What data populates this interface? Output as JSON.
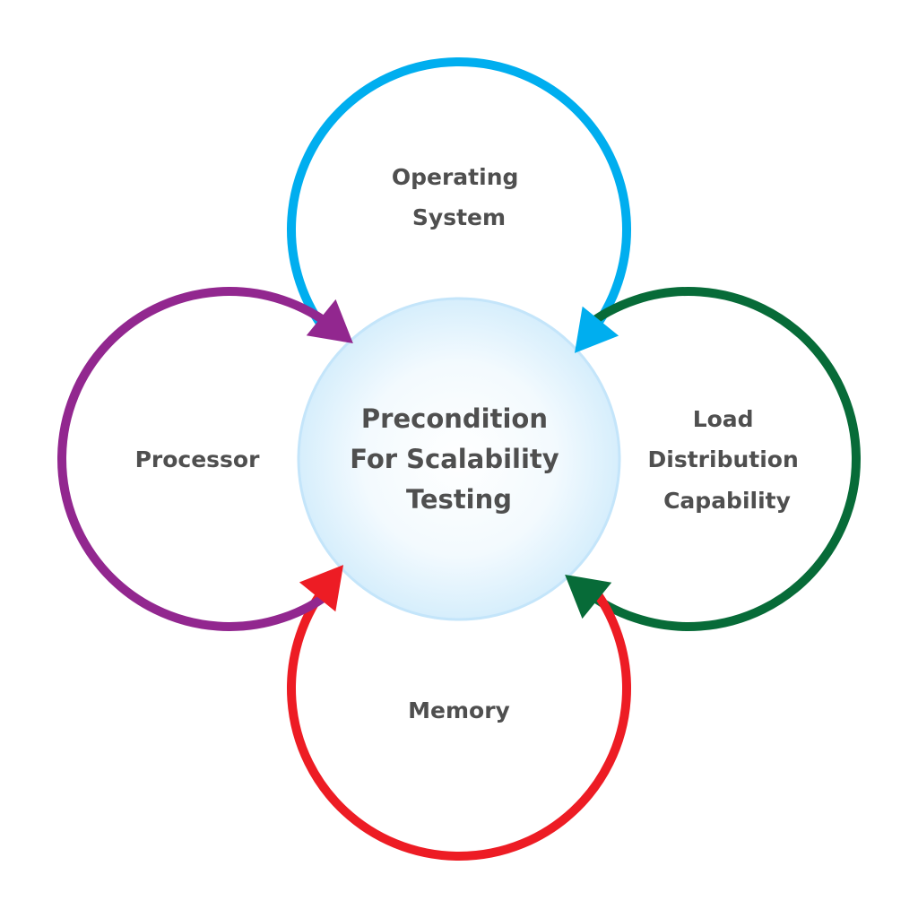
{
  "diagram": {
    "title": "Precondition For Scalability Testing",
    "center": {
      "lines": [
        "Precondition",
        "For Scalability",
        "Testing"
      ],
      "fill_inner": "#ffffff",
      "fill_outer": "#d6eefc",
      "stroke": "#c4e5fa"
    },
    "nodes": [
      {
        "id": "operating-system",
        "position": "top",
        "lines": [
          "Operating",
          "System"
        ],
        "color": "#00aeef"
      },
      {
        "id": "load-distribution-capability",
        "position": "right",
        "lines": [
          "Load",
          "Distribution",
          "Capability"
        ],
        "color": "#076b38"
      },
      {
        "id": "memory",
        "position": "bottom",
        "lines": [
          "Memory"
        ],
        "color": "#ed1c24"
      },
      {
        "id": "processor",
        "position": "left",
        "lines": [
          "Processor"
        ],
        "color": "#92278f"
      }
    ],
    "text_color": "#4f4f4f"
  }
}
